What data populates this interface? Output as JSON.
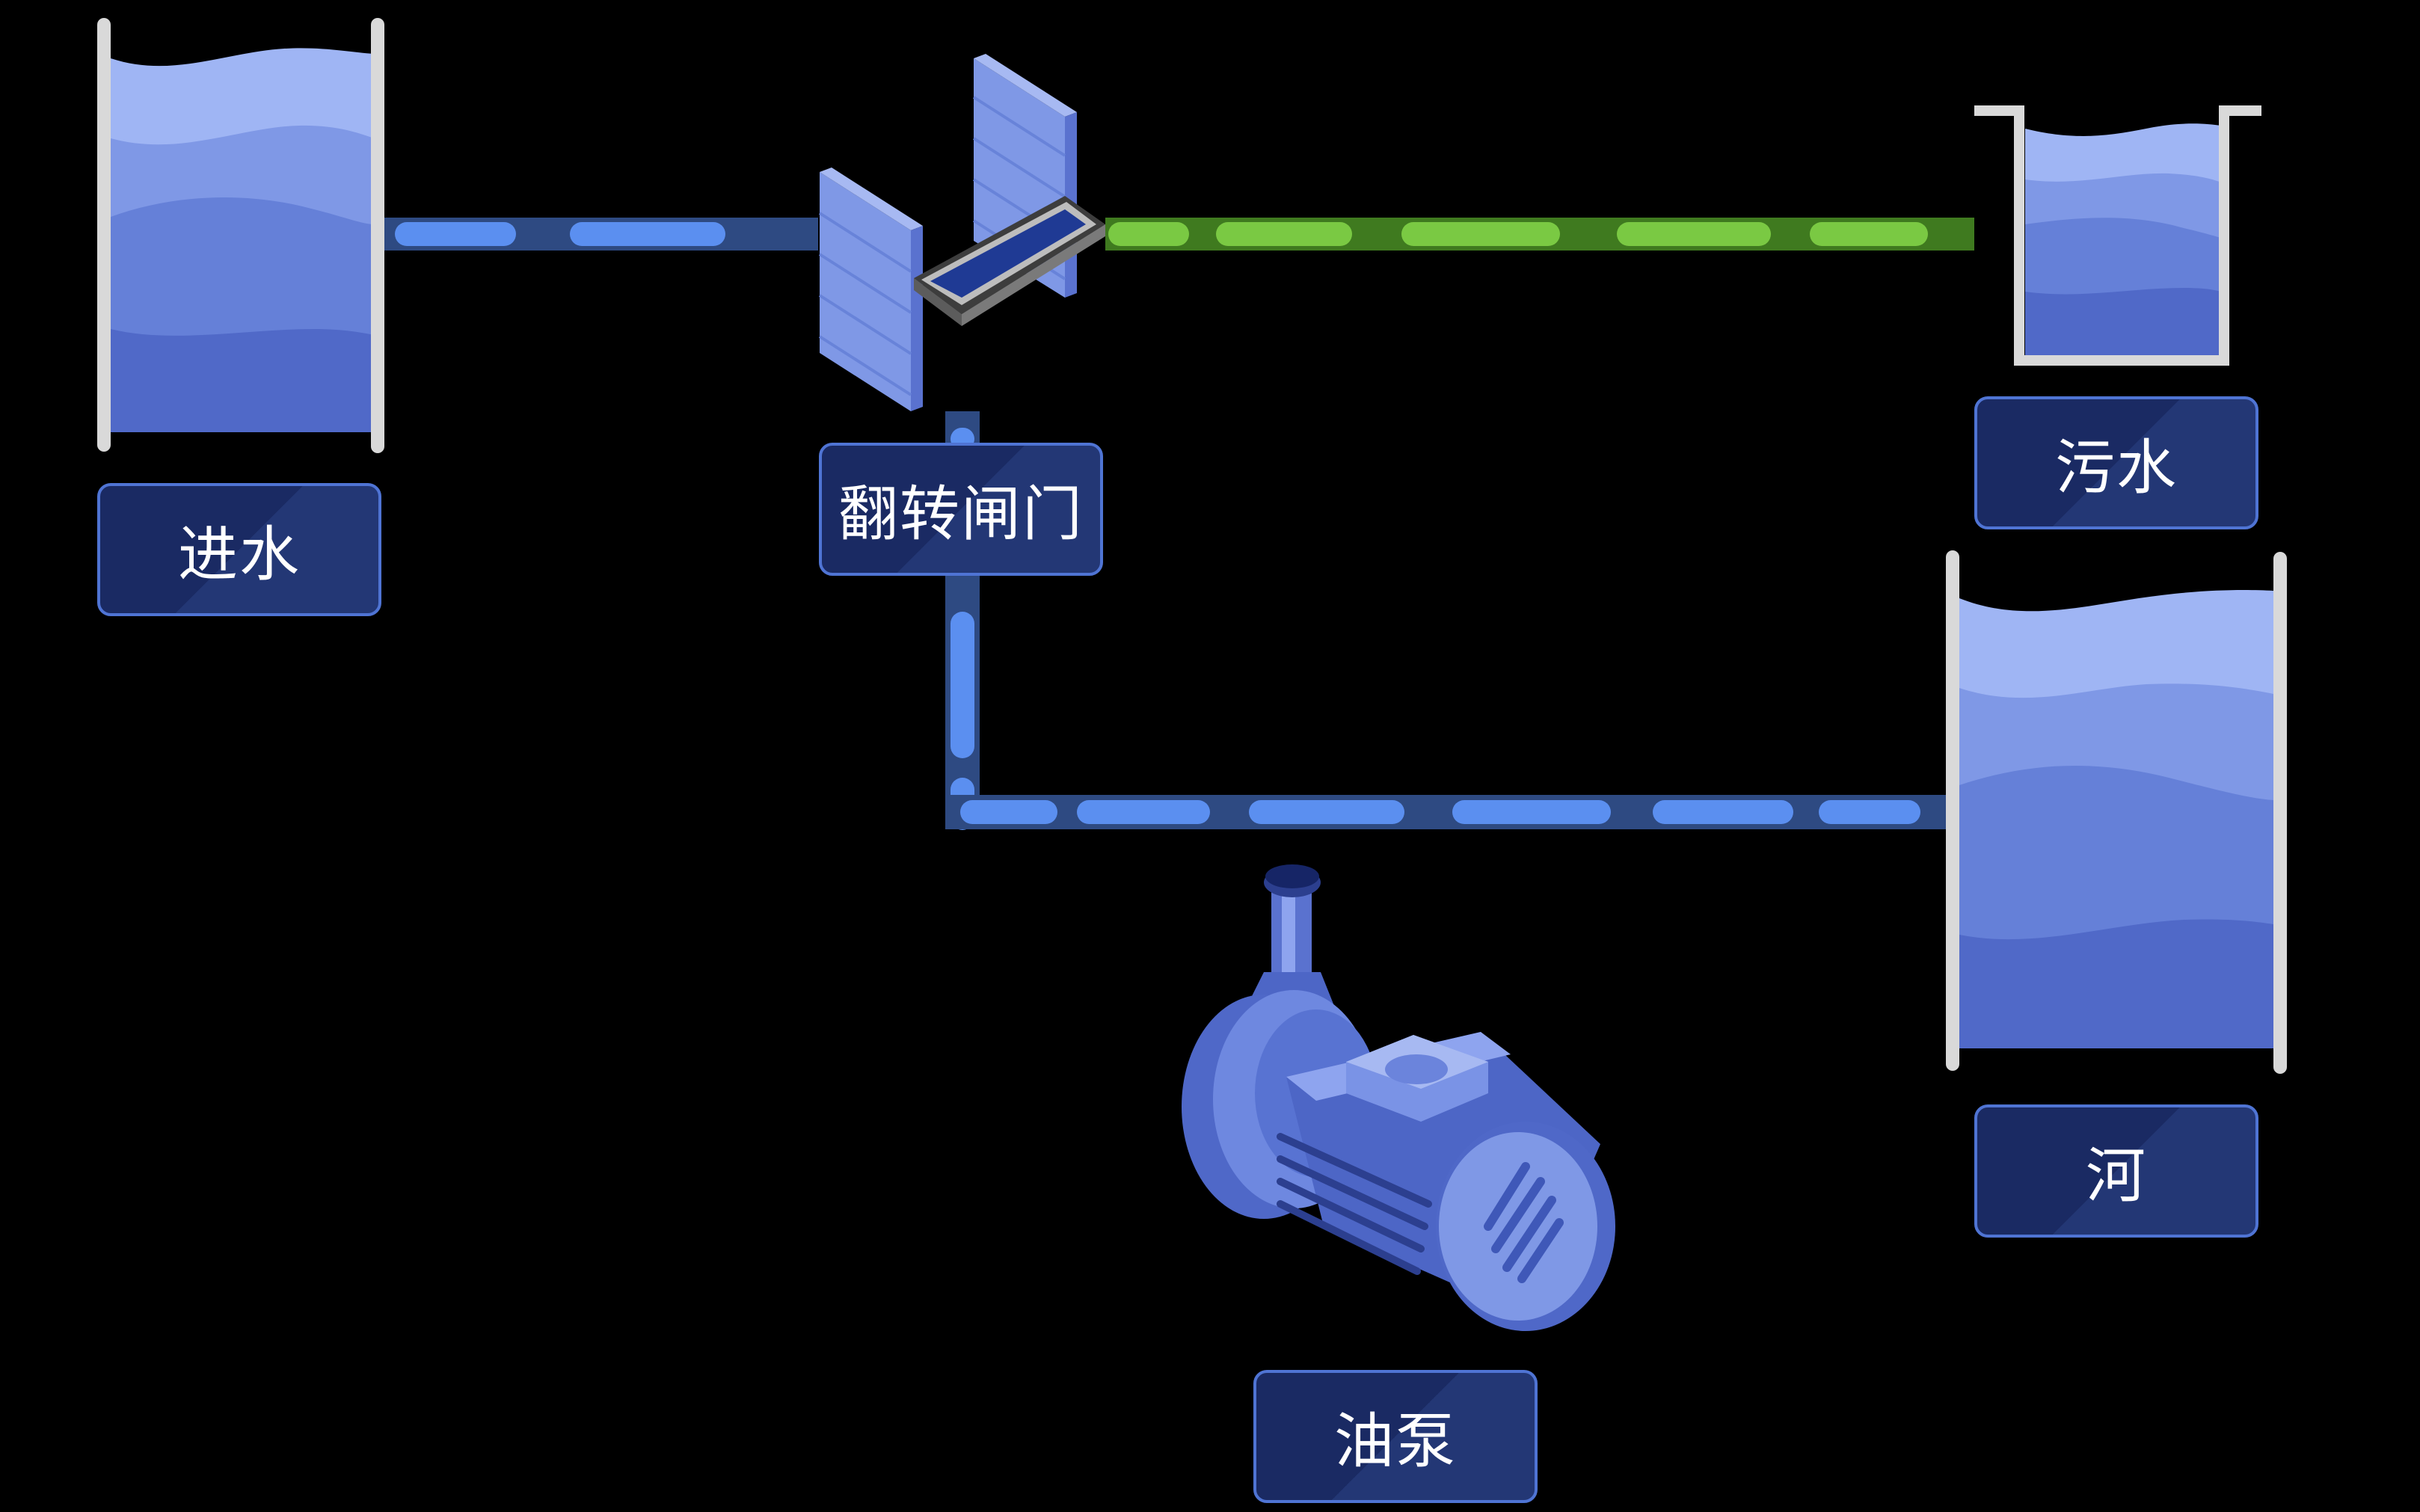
{
  "labels": {
    "intake": "进水",
    "gate": "翻转闸门",
    "sewage": "污水",
    "river": "河",
    "pump": "油泵"
  },
  "colors": {
    "background": "#000000",
    "clean_pipe_flow": "#5b8ff0",
    "clean_pipe_body": "#2e4a82",
    "sewage_pipe_flow": "#7ac943",
    "sewage_pipe_body": "#3f7a1f",
    "label_border": "#4f74d4",
    "label_fill": "#1a2a63",
    "water_light": "#a3b8f4",
    "water_dark": "#4e66c6",
    "tank_wall": "#d9d9d9"
  },
  "icons": {
    "gate": "flip-gate-icon",
    "pump": "oil-pump-icon"
  }
}
